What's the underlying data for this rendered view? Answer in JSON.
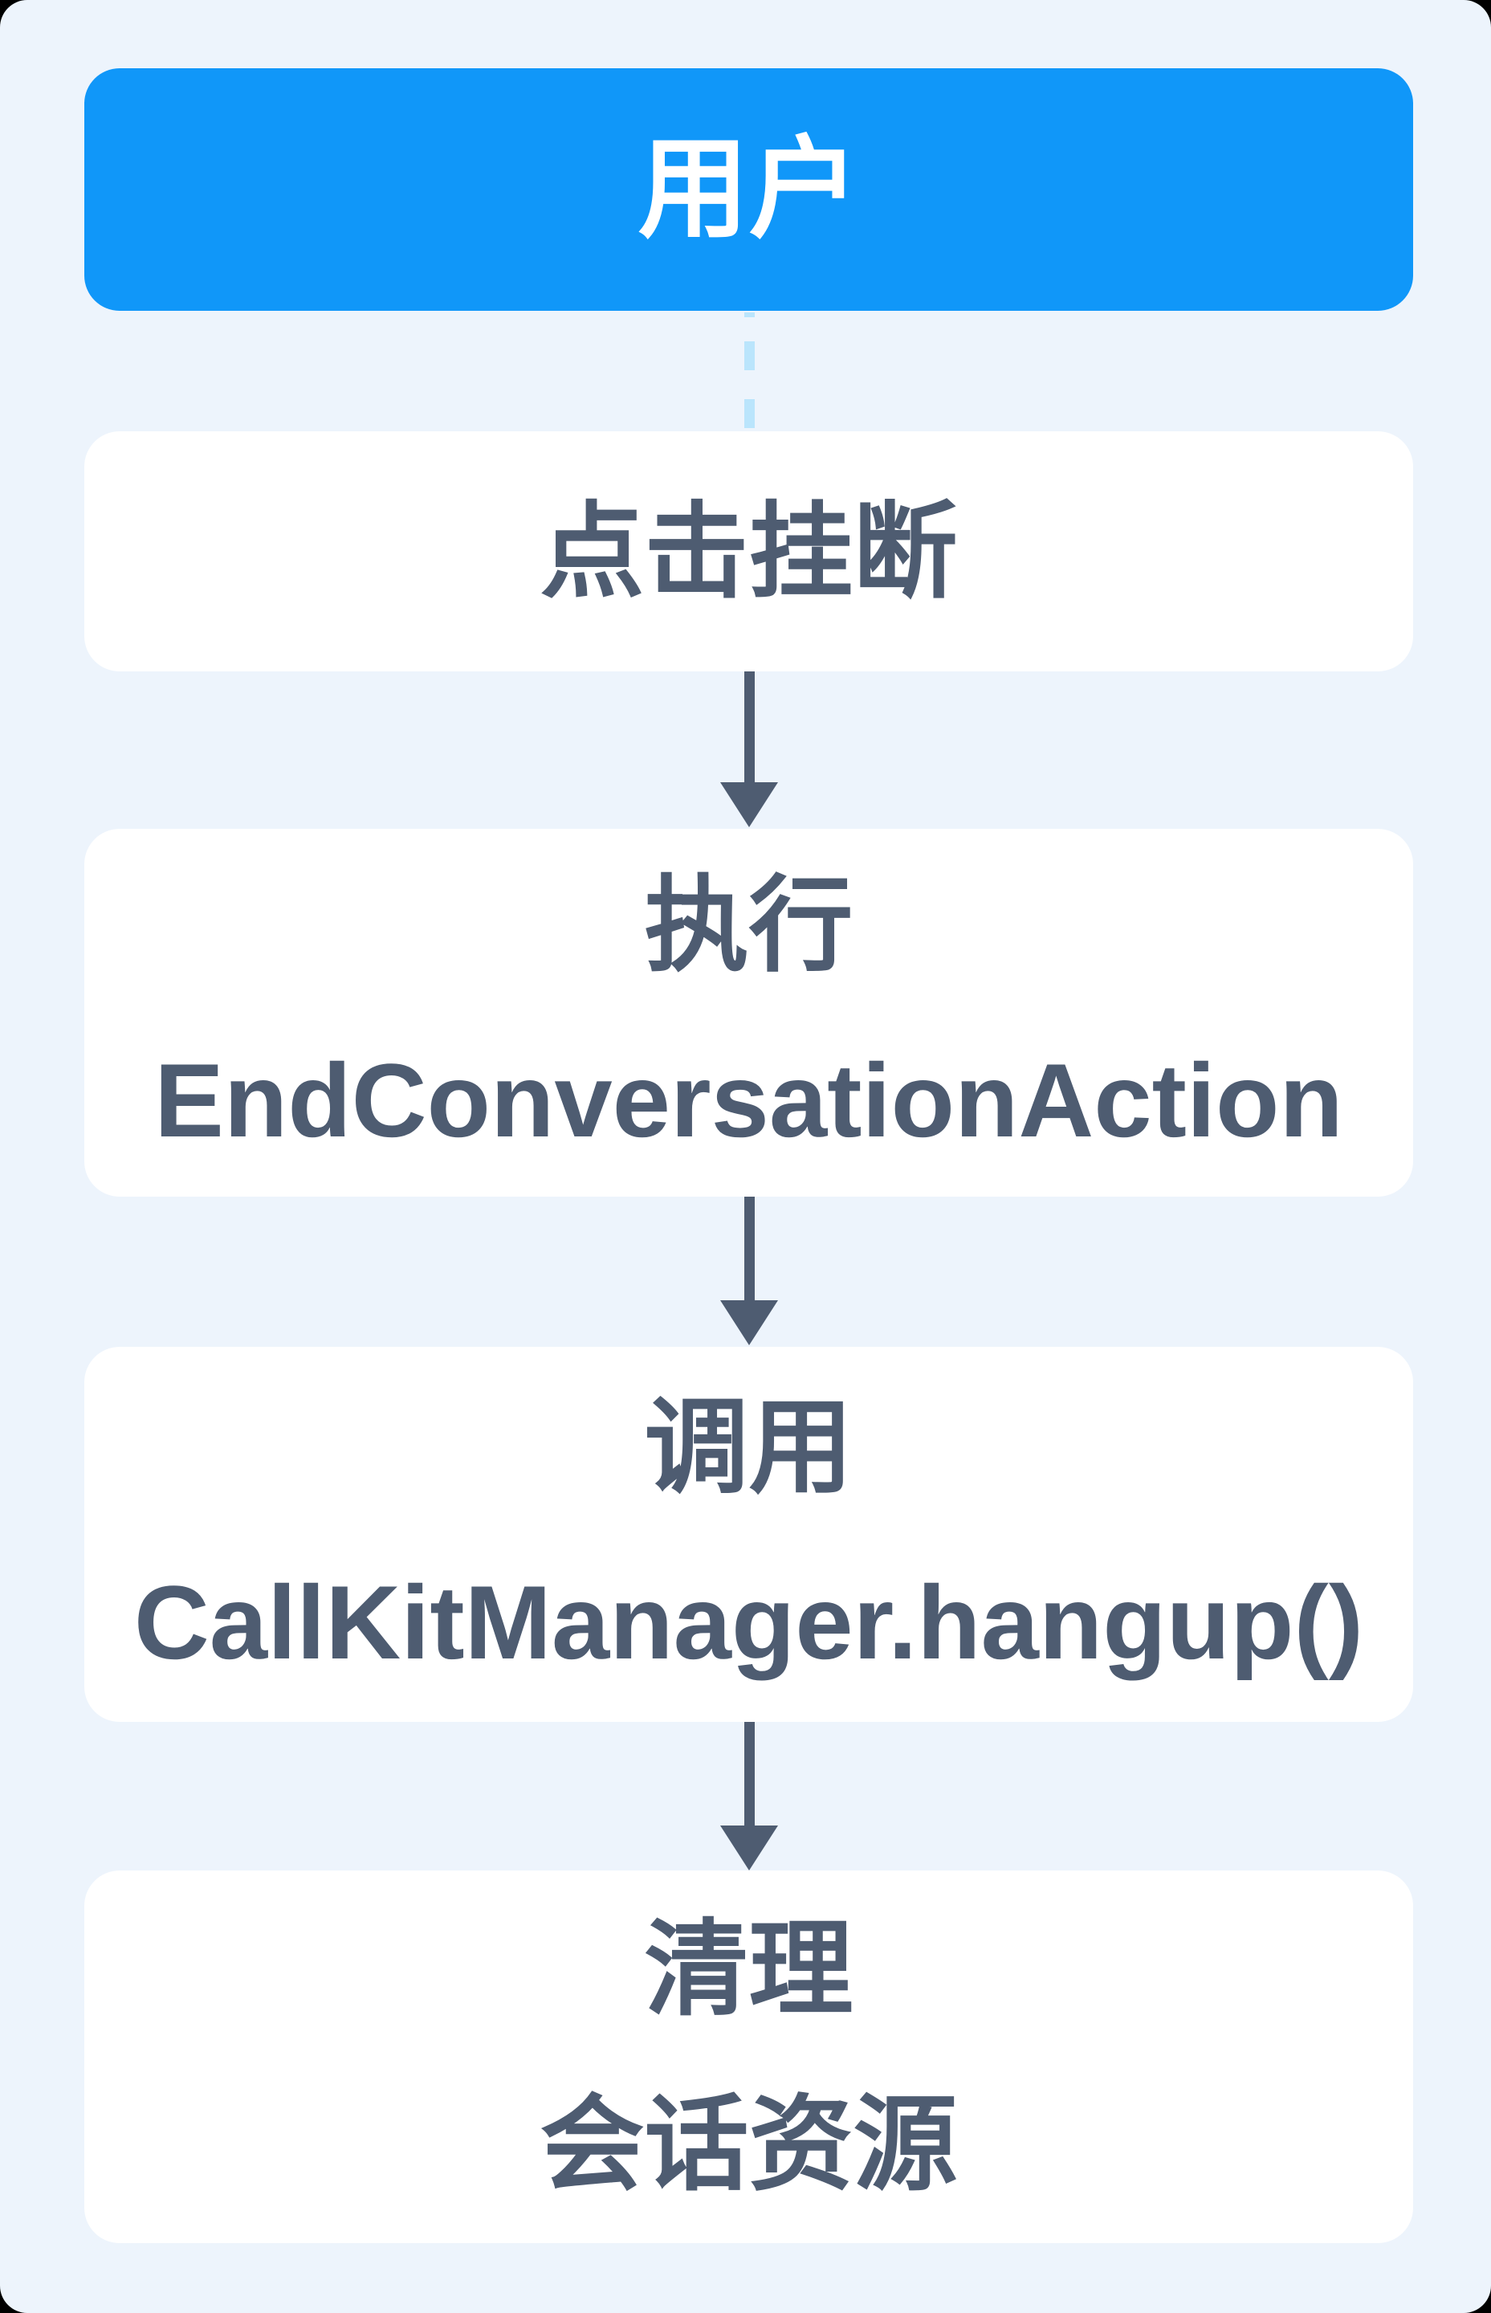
{
  "diagram": {
    "type": "flowchart",
    "direction": "top-down",
    "nodes": [
      {
        "id": "user",
        "role": "actor",
        "lines": [
          "用户"
        ]
      },
      {
        "id": "click-hangup",
        "role": "step",
        "lines": [
          "点击挂断"
        ]
      },
      {
        "id": "execute-end-conversation-action",
        "role": "step",
        "lines": [
          "执行",
          "EndConversationAction"
        ]
      },
      {
        "id": "call-callkit-hangup",
        "role": "step",
        "lines": [
          "调用",
          "CallKitManager.hangup()"
        ]
      },
      {
        "id": "cleanup-session-resources",
        "role": "step",
        "lines": [
          "清理",
          "会话资源"
        ]
      }
    ],
    "connectors": [
      {
        "from": "user",
        "to": "click-hangup",
        "style": "dashed",
        "arrowhead": false
      },
      {
        "from": "click-hangup",
        "to": "execute-end-conversation-action",
        "style": "solid",
        "arrowhead": true
      },
      {
        "from": "execute-end-conversation-action",
        "to": "call-callkit-hangup",
        "style": "solid",
        "arrowhead": true
      },
      {
        "from": "call-callkit-hangup",
        "to": "cleanup-session-resources",
        "style": "solid",
        "arrowhead": true
      }
    ],
    "colors": {
      "actor_node_bg": "#1097F9",
      "actor_node_text": "#FFFFFF",
      "step_node_bg": "#FFFFFF",
      "step_node_text": "#4E5C71",
      "arrow": "#4E5C71",
      "dashed_connector": "#BAE5FC",
      "canvas_bg": "#EDF4FC",
      "outside_bg": "#000000"
    }
  }
}
